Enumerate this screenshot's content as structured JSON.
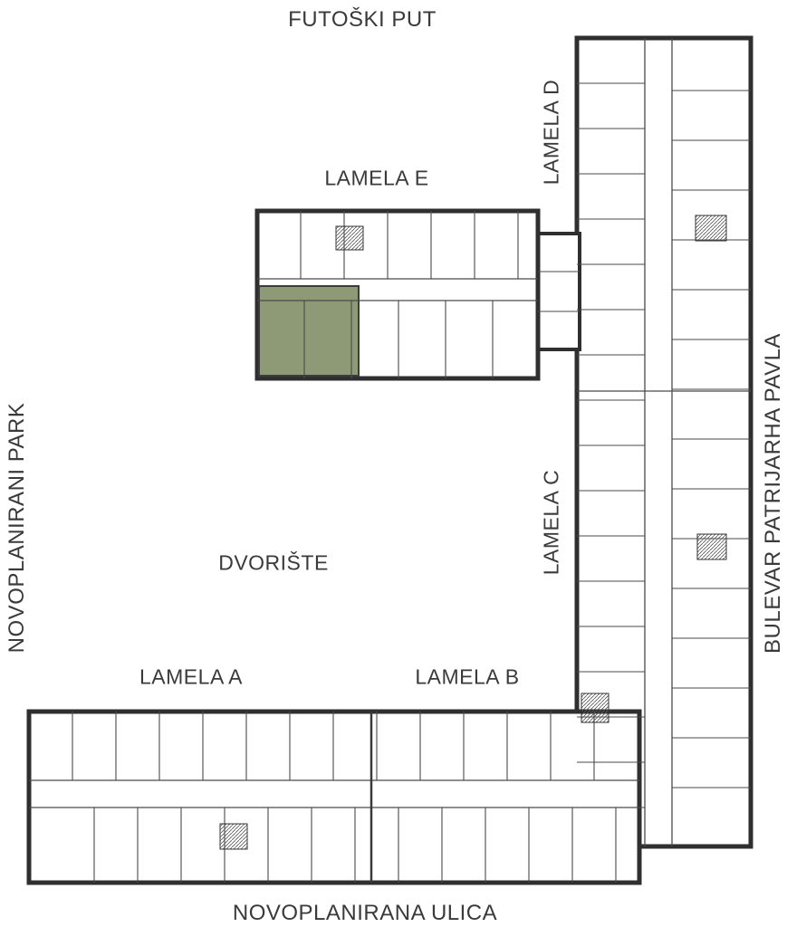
{
  "streets": {
    "top": "FUTOŠKI PUT",
    "bottom": "NOVOPLANIRANA ULICA",
    "left": "NOVOPLANIRANI PARK",
    "right": "BULEVAR PATRIJARHA PAVLA"
  },
  "courtyard": "DVORIŠTE",
  "buildings": {
    "lamela_a": {
      "label": "LAMELA A"
    },
    "lamela_b": {
      "label": "LAMELA B"
    },
    "lamela_c": {
      "label": "LAMELA C"
    },
    "lamela_d": {
      "label": "LAMELA D"
    },
    "lamela_e": {
      "label": "LAMELA E"
    }
  },
  "highlight": {
    "building": "LAMELA E",
    "fill_color": "#8E9A76"
  },
  "colors": {
    "walls": "#2F2F2F",
    "interior_walls": "#4A4A4A",
    "background": "#FFFFFF"
  }
}
